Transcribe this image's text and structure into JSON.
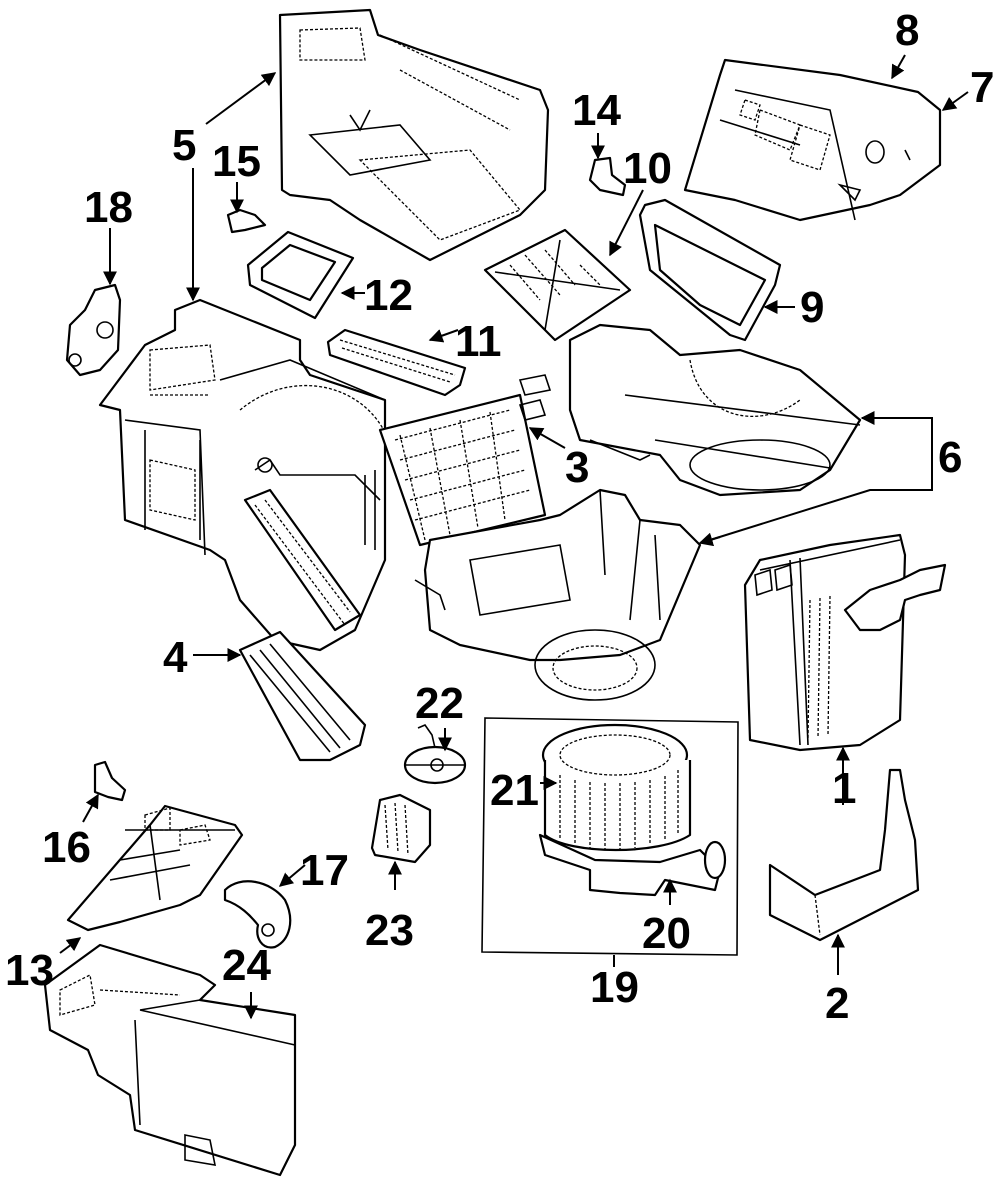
{
  "diagram": {
    "title": "HVAC heater / A-C housing assembly - exploded parts view",
    "line_color": "#000000",
    "background": "#ffffff",
    "callouts": [
      {
        "id": "1",
        "label": "1"
      },
      {
        "id": "2",
        "label": "2"
      },
      {
        "id": "3",
        "label": "3"
      },
      {
        "id": "4",
        "label": "4"
      },
      {
        "id": "5",
        "label": "5"
      },
      {
        "id": "6",
        "label": "6"
      },
      {
        "id": "7",
        "label": "7"
      },
      {
        "id": "8",
        "label": "8"
      },
      {
        "id": "9",
        "label": "9"
      },
      {
        "id": "10",
        "label": "10"
      },
      {
        "id": "11",
        "label": "11"
      },
      {
        "id": "12",
        "label": "12"
      },
      {
        "id": "13",
        "label": "13"
      },
      {
        "id": "14",
        "label": "14"
      },
      {
        "id": "15",
        "label": "15"
      },
      {
        "id": "16",
        "label": "16"
      },
      {
        "id": "17",
        "label": "17"
      },
      {
        "id": "18",
        "label": "18"
      },
      {
        "id": "19",
        "label": "19"
      },
      {
        "id": "20",
        "label": "20"
      },
      {
        "id": "21",
        "label": "21"
      },
      {
        "id": "22",
        "label": "22"
      },
      {
        "id": "23",
        "label": "23"
      },
      {
        "id": "24",
        "label": "24"
      }
    ],
    "group_bracket": {
      "label_ref": "19",
      "contains": [
        "20",
        "21"
      ]
    }
  }
}
